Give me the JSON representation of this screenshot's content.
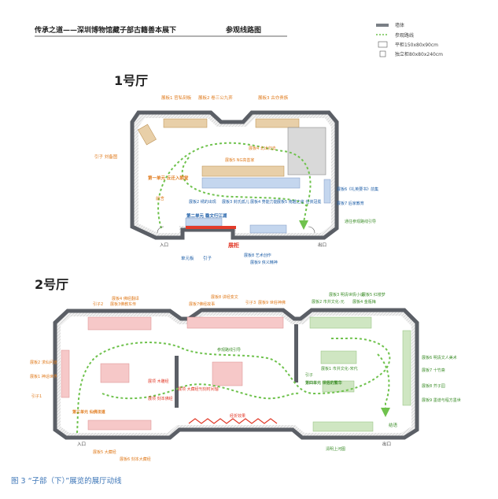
{
  "header": {
    "title": "传承之道——深圳博物馆藏子部古籍善本展下",
    "route_title": "参观线路图"
  },
  "legend": {
    "wall": "墙体",
    "route": "参观路线",
    "flat_case": "平柜150x80x90cm",
    "standing_case": "独立柜80x80x240cm"
  },
  "hall1": {
    "title": "1号厅",
    "orange_labels": [
      "展板1 官私刻板",
      "展板2 卷三公九弈",
      "展板3 古亦贵族",
      "展板4 北出归去",
      "展板5 NG高善家",
      "引子 刘备图",
      "第一单元 丘迁入朝堂",
      "前言"
    ],
    "blue_labels": [
      "展板6《礼英要书》前集",
      "展板7 后家教育",
      "展板2 绣的出现",
      "展板3 封氏孤儿",
      "展板4 势能力能",
      "展板5 南越之侠 任侠冠冕",
      "第二单元 稳文行江湖",
      "单元板",
      "引子",
      "展板8 艺术创作",
      "展板9 侠义精神"
    ],
    "big_label": "展柜",
    "entrance": "入口",
    "exit": "出口",
    "green_note": "通往参观路线引导"
  },
  "hall2": {
    "title": "2号厅",
    "orange_labels": [
      "展板4 佛经翻译",
      "引子2",
      "展板3佛教东传",
      "展板8 讲经变文",
      "展板7佛经故事",
      "引子3",
      "展板9 世俗神佛",
      "展板2 求仙问道",
      "展板1 神话世界",
      "引子1",
      "第三单元 仙佛法道",
      "展板5 大藏经",
      "展板6 刻本大藏经",
      "展项 木雕经",
      "展项 大藏经刊刻时间轴",
      "展项 刻本佛经",
      "经折效果"
    ],
    "green_labels": [
      "展板3 明清世情小说",
      "展板5 红楼梦",
      "展板2 市井文化-元",
      "展板4 金瓶梅",
      "展板6 明清文人美术",
      "展板7 十竹斋",
      "展板8 芥子园",
      "展板9 墨谱与程方墨世",
      "展板1 市井文化-宋代",
      "引子",
      "第四单元 世俗的繁华",
      "参观路线引导",
      "清明上河图",
      "结语"
    ],
    "entrance": "入口",
    "exit": "出口"
  },
  "caption": "图 3 “子部（下）”展览的展厅动线",
  "colors": {
    "wall": "#5b5f66",
    "wall_fill": "#ececec",
    "route": "#6fc24d",
    "orange": "#e07b1d",
    "blue": "#1f5fa8",
    "red": "#e23b2a",
    "green_text": "#3f8f2c",
    "pink_case": "#f6c8c8",
    "green_case": "#cfe6c2",
    "blue_case": "#c4d6ee",
    "tan_case": "#e8cfa8",
    "caption": "#3f77b8"
  }
}
